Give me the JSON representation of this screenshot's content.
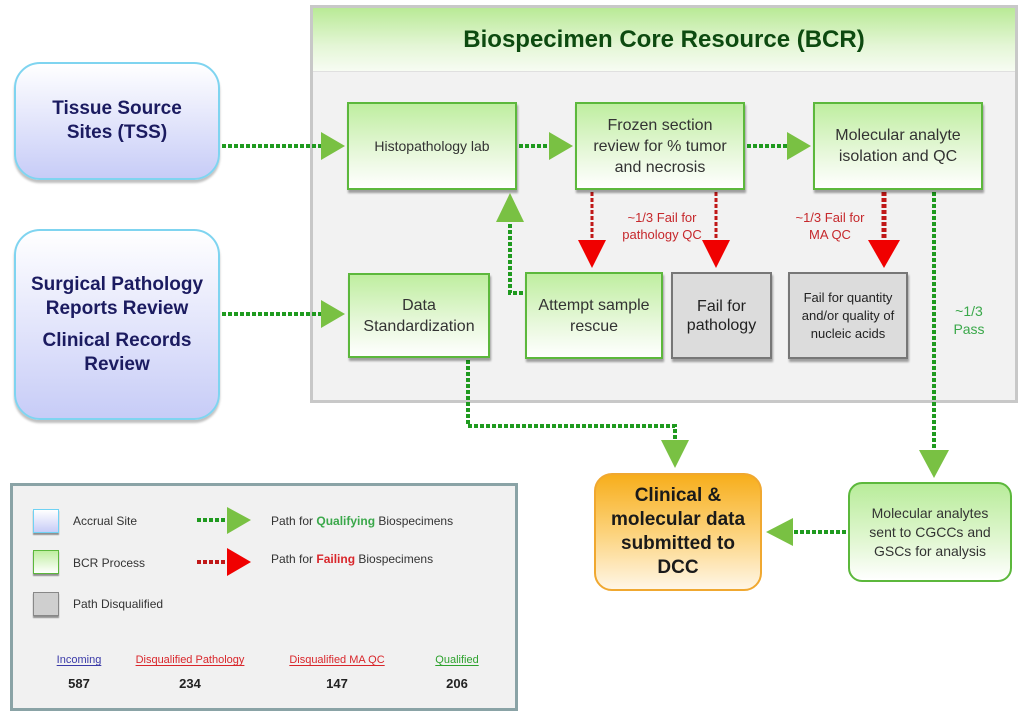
{
  "colors": {
    "qualifying_path": "#1f9a1f",
    "qualifying_arrowhead": "#79c143",
    "failing_path": "#c01818",
    "failing_arrowhead": "#f00000",
    "accrual_border": "#7fd4f0",
    "bcr_title": "#0d4a10",
    "dcc_fill": "#f7ae1c",
    "incoming_label": "#3a3aa8",
    "disqualified_label": "#d9262b",
    "qualified_label": "#2ea22e"
  },
  "bcr": {
    "title": "Biospecimen Core Resource (BCR)"
  },
  "accrual_sites": {
    "tss": "Tissue Source Sites (TSS)",
    "reports_review": "Surgical Pathology Reports Review",
    "clinical_review": "Clinical Records Review"
  },
  "processes": {
    "histopathology": "Histopathology lab",
    "frozen_section": "Frozen section review for % tumor and necrosis",
    "molecular_isolation": "Molecular analyte isolation and QC",
    "data_standardization": "Data Standardization",
    "sample_rescue": "Attempt sample rescue"
  },
  "disqualified": {
    "pathology": "Fail for pathology",
    "nucleic": "Fail for quantity and/or quality of nucleic acids"
  },
  "annotations": {
    "fail_pathology": "~1/3 Fail for pathology QC",
    "fail_ma": "~1/3 Fail for MA QC",
    "pass": "~1/3 Pass"
  },
  "outputs": {
    "dcc": "Clinical & molecular data submitted to DCC",
    "ma_sent": "Molecular analytes sent to CGCCs and GSCs for analysis"
  },
  "legend": {
    "items": [
      {
        "label": "Accrual Site"
      },
      {
        "label": "BCR Process"
      },
      {
        "label": "Path Disqualified"
      }
    ],
    "paths": [
      {
        "prefix": "Path for ",
        "emph": "Qualifying",
        "suffix": " Biospecimens"
      },
      {
        "prefix": "Path for ",
        "emph": "Failing",
        "suffix": " Biospecimens"
      }
    ],
    "stats": [
      {
        "label": "Incoming",
        "value": "587"
      },
      {
        "label": "Disqualified Pathology",
        "value": "234"
      },
      {
        "label": "Disqualified MA QC",
        "value": "147"
      },
      {
        "label": "Qualified",
        "value": "206"
      }
    ]
  }
}
